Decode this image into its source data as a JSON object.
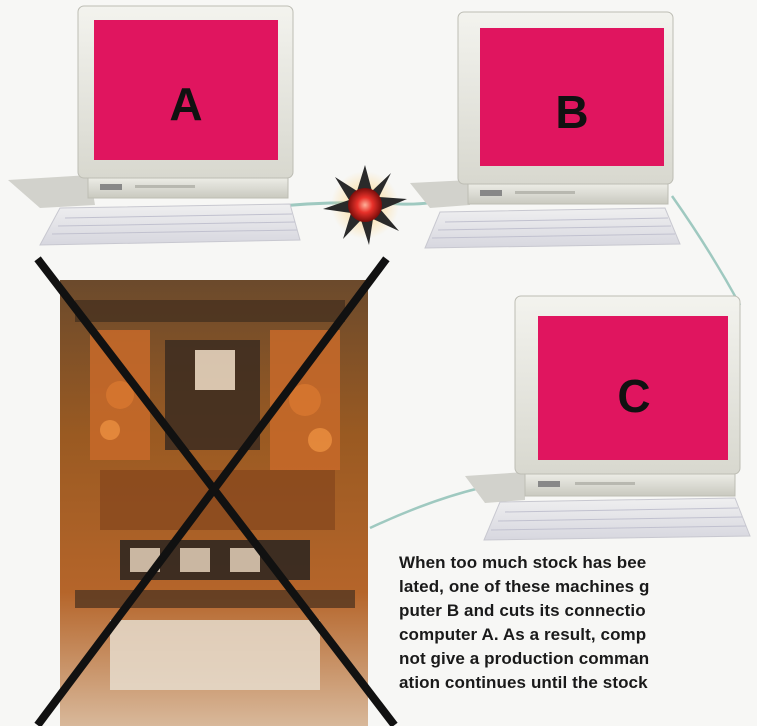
{
  "diagram": {
    "computers": [
      {
        "id": "computer-a",
        "label": "A"
      },
      {
        "id": "computer-b",
        "label": "B"
      },
      {
        "id": "computer-c",
        "label": "C"
      }
    ],
    "screen_color": "#e0155f",
    "cable_color": "#9fc9c0",
    "factory_photo": {
      "description_shown": false,
      "crossed_out": true,
      "cross_color": "#111111"
    },
    "explosion_color": "#e8312a",
    "caption_lines": [
      "When too much stock has bee",
      "lated, one of these machines g",
      "puter B and cuts its connectio",
      "computer A. As a result, comp",
      "not give a production comman",
      "ation continues until the stock"
    ]
  }
}
